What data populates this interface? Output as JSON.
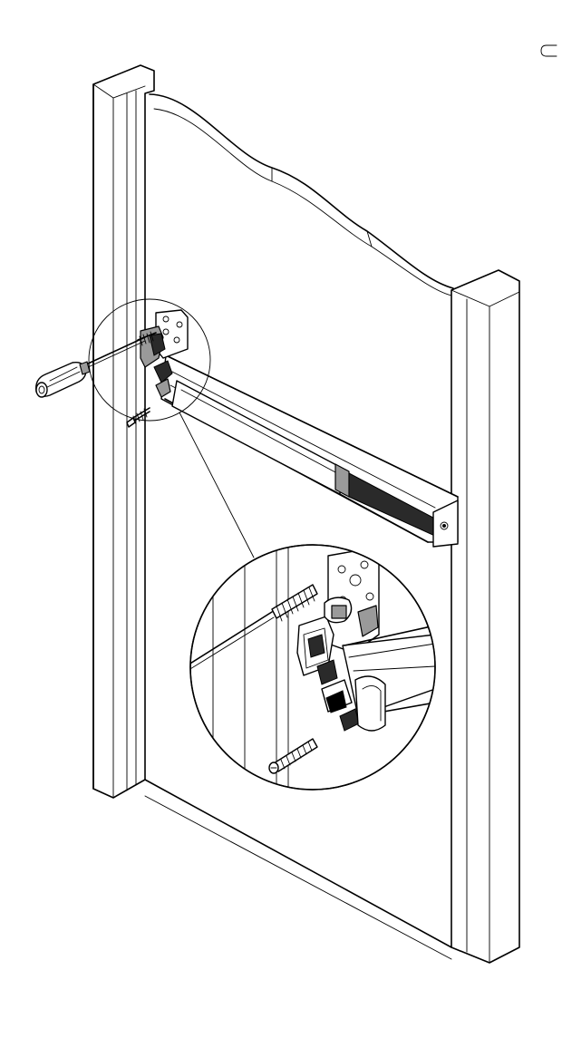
{
  "figure": {
    "kind": "exploded installation drawing",
    "page_label": "",
    "elements": [
      "door-frame",
      "door-leaf",
      "panic-exit-bar",
      "end-bracket-mechanism",
      "screwdriver",
      "mounting-screw",
      "detail-callout-circle",
      "detail-magnified-view"
    ],
    "colors": {
      "line": "#000000",
      "background": "#ffffff",
      "shade": "#9a9a9a",
      "dark": "#2a2a2a"
    }
  }
}
